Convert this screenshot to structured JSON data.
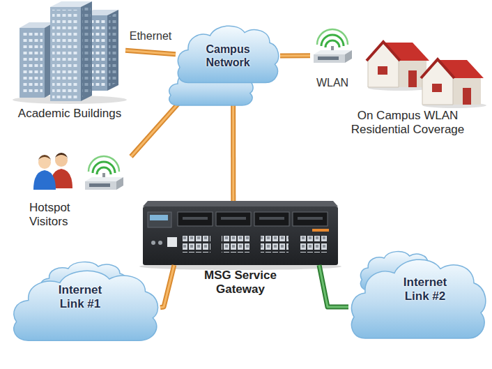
{
  "diagram": {
    "nodes": [
      {
        "text": [
          "Academic Buildings"
        ]
      },
      {
        "text": [
          "Campus Network"
        ]
      },
      {
        "text": [
          "On Campus WLAN Residential Coverage"
        ]
      },
      {
        "text": [
          "Hotspot Visitors"
        ]
      },
      {
        "text": [
          "MSG Service Gateway"
        ]
      },
      {
        "text": [
          "Internet Link #1"
        ]
      },
      {
        "text": [
          "Internet Link #2"
        ]
      }
    ],
    "edges": [
      {
        "from": 0,
        "to": 1,
        "arrow": "none",
        "label": "Ethernet"
      },
      {
        "from": 1,
        "to": 2,
        "arrow": "none",
        "label": "WLAN"
      },
      {
        "from": 1,
        "to": 3,
        "arrow": "none"
      },
      {
        "from": 1,
        "to": 4,
        "arrow": "none"
      },
      {
        "from": 4,
        "to": 5,
        "arrow": "none"
      },
      {
        "from": 4,
        "to": 6,
        "arrow": "none"
      }
    ]
  }
}
